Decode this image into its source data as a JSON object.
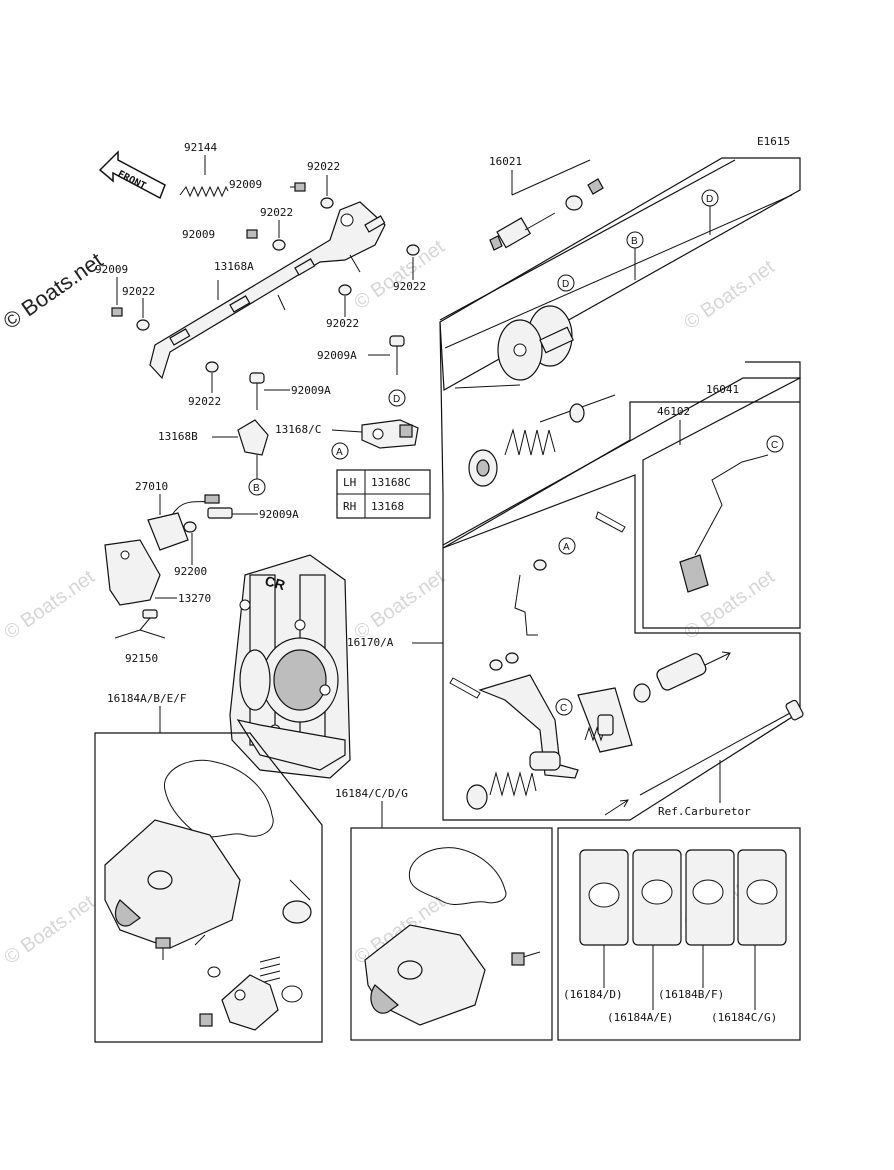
{
  "diagram_code": "E1615",
  "front_arrow_label": "FRONT",
  "watermarks": {
    "brand_big": "© Boats.net",
    "brand_light": "© Boats.net"
  },
  "labels": {
    "l92144": "92144",
    "l92009_1": "92009",
    "l92022_1": "92022",
    "l92022_2": "92022",
    "l92009_2": "92009",
    "l13168A": "13168A",
    "l92009_3": "92009",
    "l92022_3": "92022",
    "l92022_4": "92022",
    "l92022_5": "92022",
    "l92022_6": "92022",
    "l92009A_1": "92009A",
    "l92009A_2": "92009A",
    "l13168B": "13168B",
    "l13168C": "13168/C",
    "l27010": "27010",
    "l92009A_3": "92009A",
    "l92200": "92200",
    "l13270": "13270",
    "l92150": "92150",
    "l16021": "16021",
    "l16041": "16041",
    "l46102": "46102",
    "l16170A": "16170/A",
    "l16184ABEF": "16184A/B/E/F",
    "l16184CDG": "16184/C/D/G",
    "lRefCarb": "Ref.Carburetor",
    "l16184D": "(16184/D)",
    "l16184BF": "(16184B/F)",
    "l16184AE": "(16184A/E)",
    "l16184CG": "(16184C/G)"
  },
  "lhrh_table": {
    "rows": [
      {
        "side": "LH",
        "part": "13168C"
      },
      {
        "side": "RH",
        "part": "13168"
      }
    ]
  },
  "callouts": {
    "A1": "A",
    "A2": "A",
    "B1": "B",
    "B2": "B",
    "C1": "C",
    "C2": "C",
    "D1": "D",
    "D2": "D",
    "D3": "D"
  }
}
